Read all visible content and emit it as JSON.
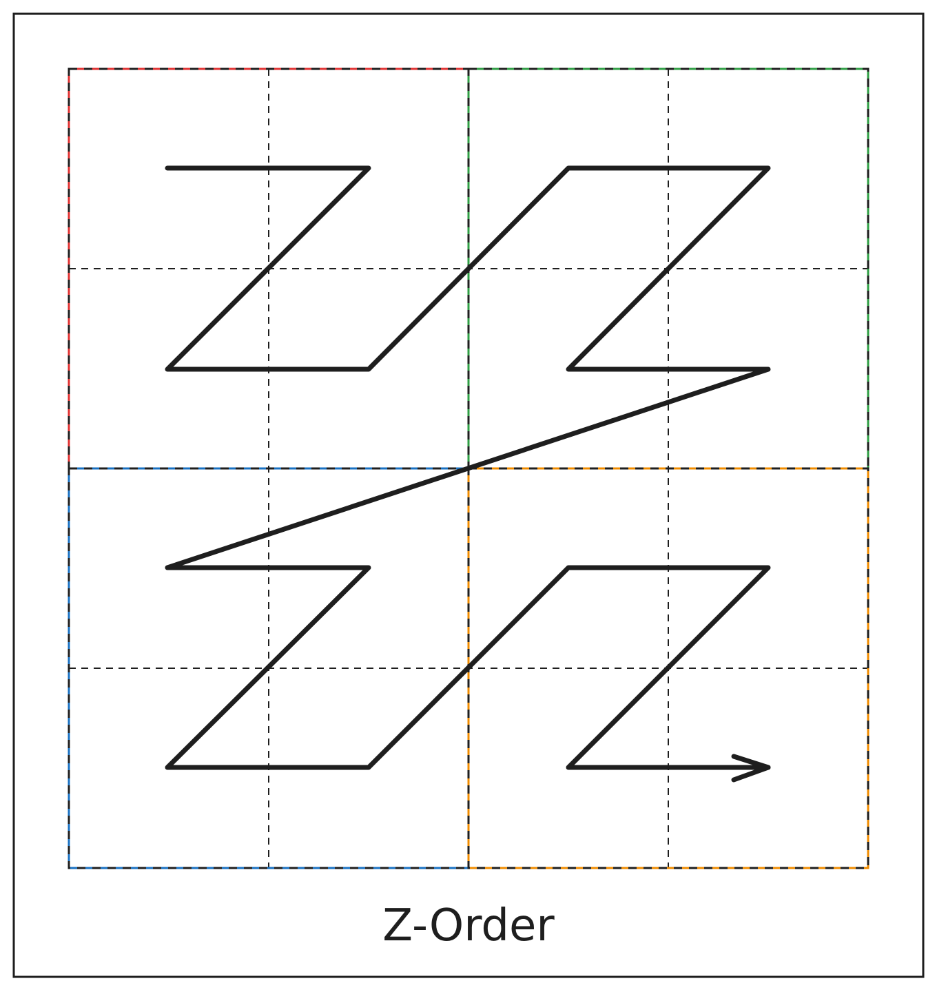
{
  "title": "Z-Order",
  "grid": {
    "cells_per_side": 4,
    "quadrant_colors": {
      "top_left": "#e03131",
      "top_right": "#2f9e44",
      "bottom_left": "#1971c2",
      "bottom_right": "#f08c00"
    },
    "dash_color": "#1e1e1e"
  },
  "curve": {
    "order": "z-order",
    "color": "#1e1e1e",
    "points": [
      [
        0,
        0
      ],
      [
        1,
        0
      ],
      [
        0,
        1
      ],
      [
        1,
        1
      ],
      [
        2,
        0
      ],
      [
        3,
        0
      ],
      [
        2,
        1
      ],
      [
        3,
        1
      ],
      [
        0,
        2
      ],
      [
        1,
        2
      ],
      [
        0,
        3
      ],
      [
        1,
        3
      ],
      [
        2,
        2
      ],
      [
        3,
        2
      ],
      [
        2,
        3
      ],
      [
        3,
        3
      ]
    ],
    "end_marker": "arrow"
  }
}
